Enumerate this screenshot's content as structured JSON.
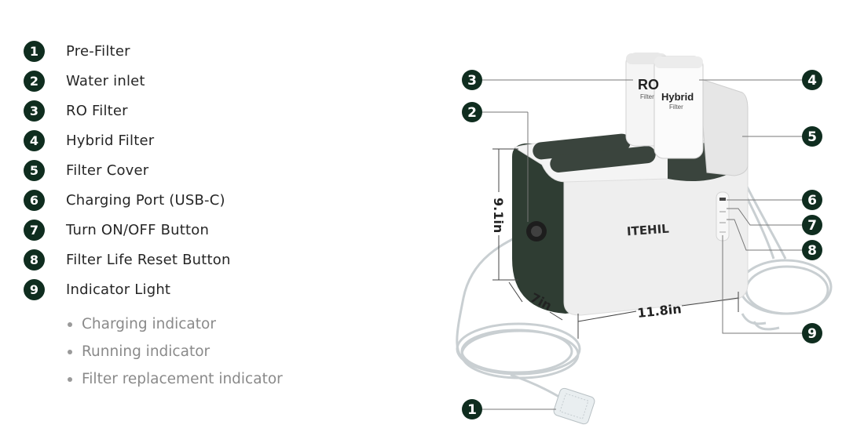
{
  "legend": [
    {
      "num": "1",
      "label": "Pre-Filter"
    },
    {
      "num": "2",
      "label": "Water inlet"
    },
    {
      "num": "3",
      "label": "RO Filter"
    },
    {
      "num": "4",
      "label": "Hybrid Filter"
    },
    {
      "num": "5",
      "label": "Filter Cover"
    },
    {
      "num": "6",
      "label": "Charging Port (USB-C)"
    },
    {
      "num": "7",
      "label": "Turn ON/OFF Button"
    },
    {
      "num": "8",
      "label": "Filter Life Reset Button"
    },
    {
      "num": "9",
      "label": "Indicator Light"
    }
  ],
  "indicators": [
    "Charging indicator",
    "Running indicator",
    "Filter replacement indicator"
  ],
  "dimensions": {
    "height": "9.1in",
    "depth": "7in",
    "width": "11.8in"
  },
  "product": {
    "brand": "ITEHIL",
    "filter_ro_title": "RO",
    "filter_ro_sub": "Filter",
    "filter_hybrid_title": "Hybrid",
    "filter_hybrid_sub": "Filter"
  },
  "callouts": [
    "1",
    "2",
    "3",
    "4",
    "5",
    "6",
    "7",
    "8",
    "9"
  ],
  "colors": {
    "badge": "#0f2d1f",
    "body_dark": "#2f3d33",
    "body_light": "#eeeeee"
  }
}
